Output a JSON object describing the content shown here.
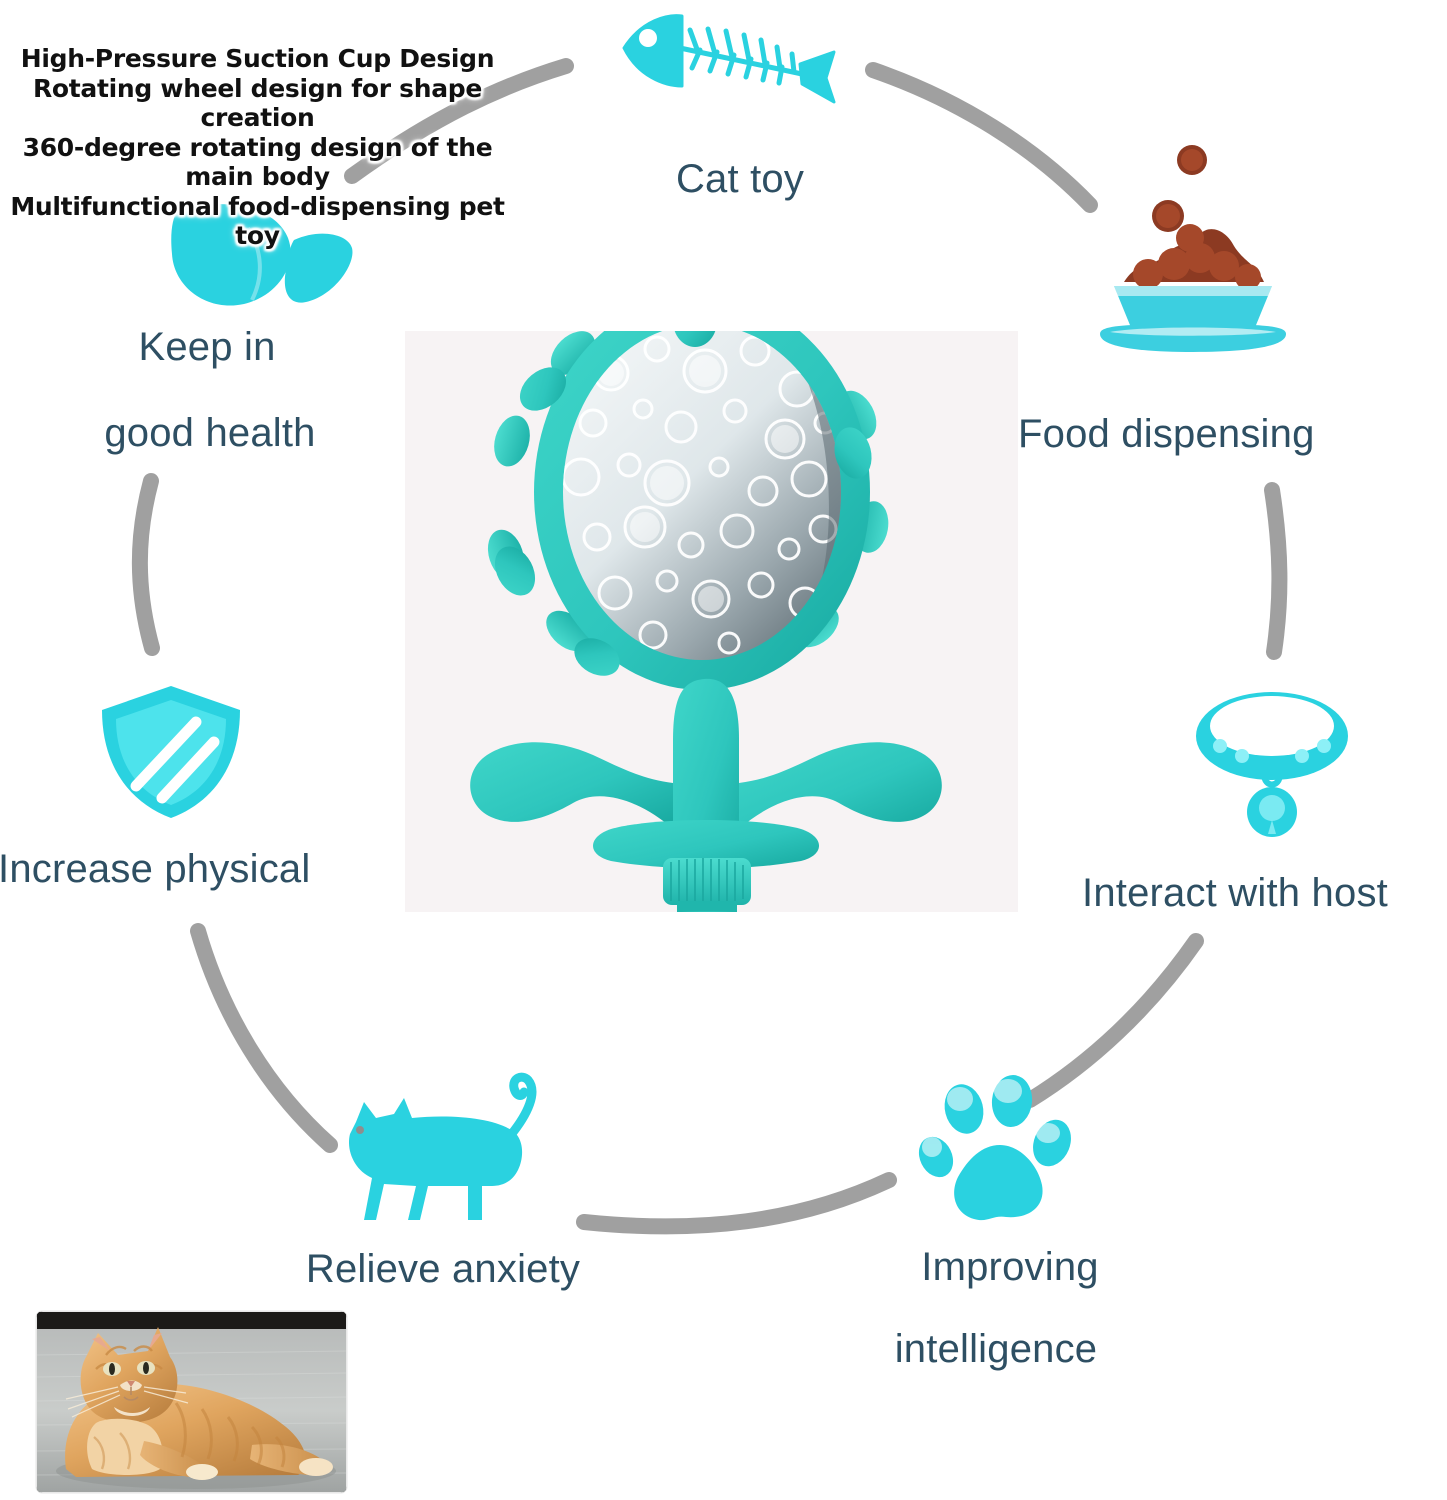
{
  "page": {
    "title": "Multifunctional food-dispensing pet toy infographic",
    "background_color": "#ffffff",
    "accent_teal": "#2ec9c9",
    "label_color": "#2e4f63",
    "arc_color": "#8c8c8c",
    "panel_background": "#f7f3f4"
  },
  "spec_overlay": {
    "text": "High-Pressure Suction Cup Design\nRotating wheel design for shape creation\n360-degree rotating design of the main body\nMultifunctional food-dispensing pet toy",
    "lines": [
      "High-Pressure Suction Cup Design",
      "Rotating wheel design for shape creation",
      "360-degree rotating design of the main body",
      "Multifunctional food-dispensing pet toy"
    ],
    "text_color": "#111111",
    "outline_color": "#ffffff"
  },
  "benefits": [
    {
      "id": "cat-toy",
      "label": "Cat toy",
      "label_lines": [
        "Cat toy"
      ],
      "icon": "fish-bone-icon",
      "position": "top-center"
    },
    {
      "id": "food-dispensing",
      "label": "Food dispensing",
      "label_lines": [
        "Food dispensing"
      ],
      "icon": "food-bowl-icon",
      "position": "right-top",
      "note": "left edge of label is overlapped by the product panel"
    },
    {
      "id": "interact-with-host",
      "label": "Interact with host",
      "label_lines": [
        "Interact with host"
      ],
      "icon": "pet-collar-icon",
      "position": "right-bottom"
    },
    {
      "id": "improving-intelligence",
      "label": "Improving intelligence",
      "label_lines": [
        "Improving",
        "intelligence"
      ],
      "icon": "paw-print-icon",
      "position": "bottom-right"
    },
    {
      "id": "relieve-anxiety",
      "label": "Relieve anxiety",
      "label_lines": [
        "Relieve anxiety"
      ],
      "icon": "walking-cat-icon",
      "position": "bottom-left"
    },
    {
      "id": "increase-physical",
      "label": "Increase physical",
      "label_lines": [
        "Increase physical"
      ],
      "icon": "shield-icon",
      "position": "left-bottom"
    },
    {
      "id": "keep-in-good-health",
      "label": "Keep in good health",
      "label_lines": [
        "Keep in",
        "good health"
      ],
      "icon": "butterfly-icon",
      "position": "left-top"
    }
  ],
  "product_image": {
    "alt": "Teal spiked rotating wheel cat toy with cactus stand and suction cup base",
    "body_color": "#2ec6bd",
    "body_shadow": "#17a89f",
    "disc_color": "#e9eef0"
  },
  "cat_photo": {
    "alt": "Orange tabby cat lying on a grey carpet",
    "fur_color": "#e8a košen"
  },
  "cat_photo_meta": {
    "alt": "Orange tabby cat lying on a grey carpet"
  }
}
